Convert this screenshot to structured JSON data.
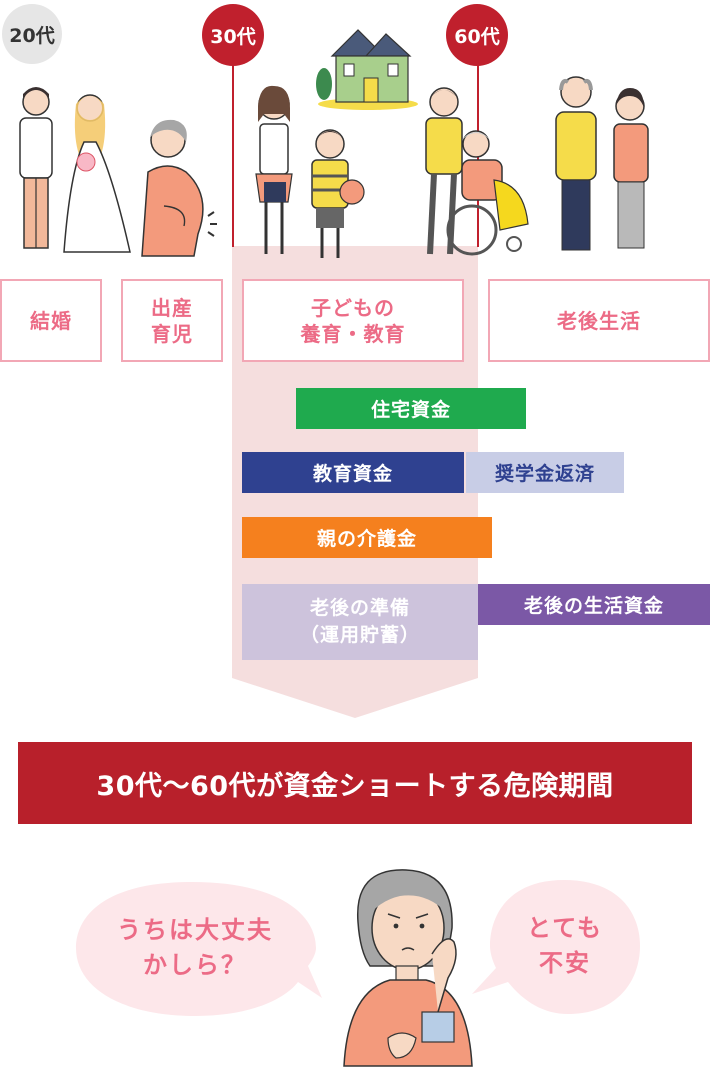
{
  "ages": [
    {
      "label": "20代",
      "color": "#e6e6e6",
      "text_color": "#333333"
    },
    {
      "label": "30代",
      "color": "#c0202d",
      "text_color": "#ffffff"
    },
    {
      "label": "60代",
      "color": "#c0202d",
      "text_color": "#ffffff"
    }
  ],
  "life_events": {
    "marriage": "結婚",
    "childbirth": "出産\n育児",
    "child_education": "子どもの\n養育・教育",
    "retirement_life": "老後生活"
  },
  "funds": {
    "housing": {
      "label": "住宅資金",
      "color": "#1faa4e"
    },
    "education": {
      "label": "教育資金",
      "color": "#2f4190"
    },
    "scholarship": {
      "label": "奨学金返済",
      "color": "#c8cde6"
    },
    "parent_care": {
      "label": "親の介護金",
      "color": "#f5801e"
    },
    "retirement_prep": {
      "label": "老後の準備\n（運用貯蓄）",
      "color": "#cdc3dc"
    },
    "retirement_living": {
      "label": "老後の生活資金",
      "color": "#7b58a6"
    }
  },
  "banner": {
    "text": "30代〜60代が資金ショートする危険期間",
    "color": "#b8202b"
  },
  "bubbles": {
    "left": "うちは大丈夫\nかしら？",
    "right": "とても\n不安"
  },
  "colors": {
    "pink_text": "#ec6b86",
    "pink_border": "#f2a7b5",
    "period_band": "#f5dede",
    "bubble_fill": "#fde7ea"
  }
}
